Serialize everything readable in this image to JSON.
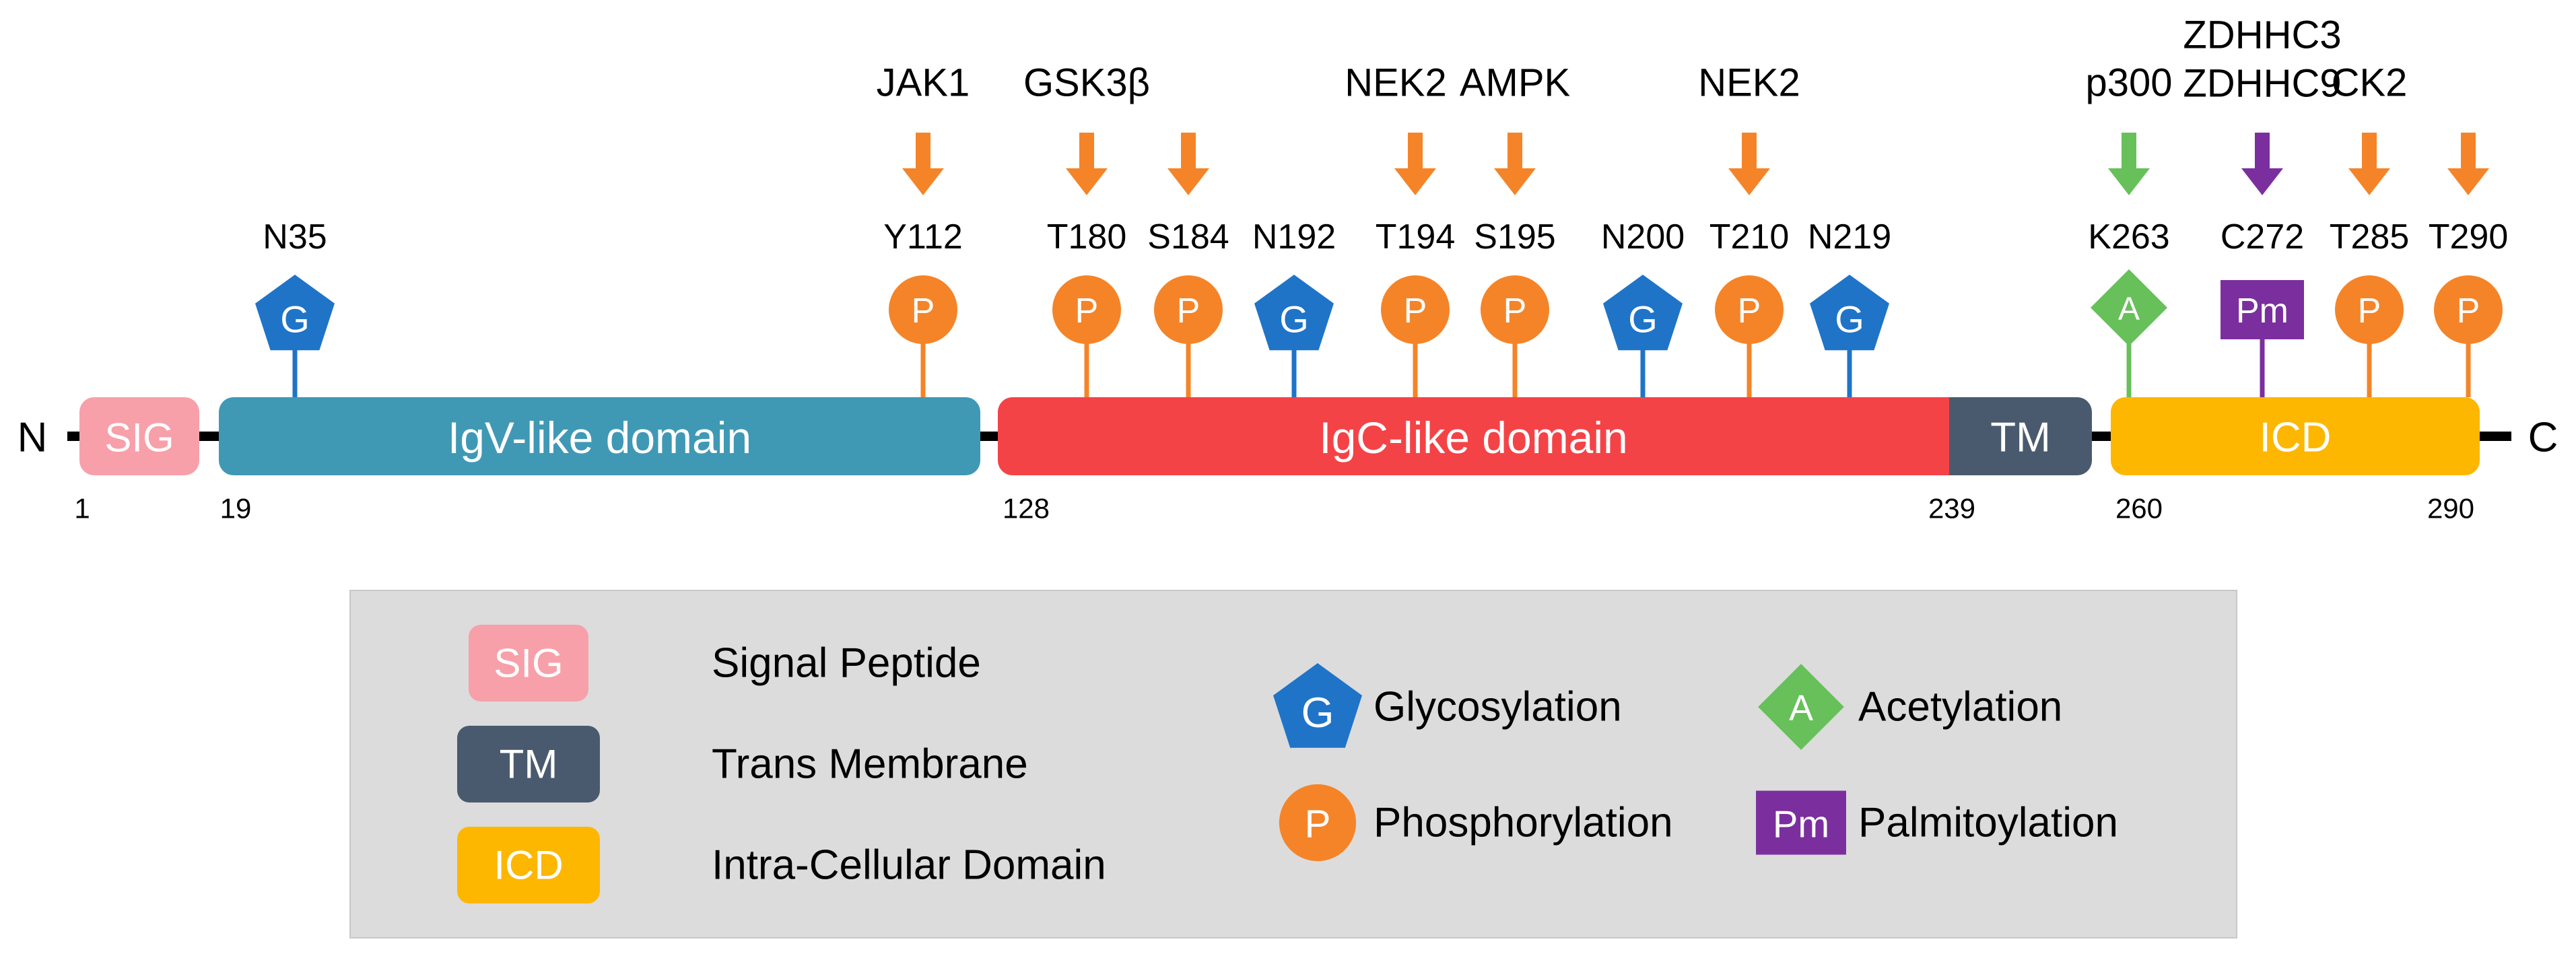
{
  "terminals": {
    "n": "N",
    "c": "C"
  },
  "colors": {
    "sig": "#F7A0AA",
    "igv": "#3F99B5",
    "igc": "#F44347",
    "tm": "#4A5A6E",
    "icd": "#FDB700",
    "glyco": "#1F74C8",
    "phospho": "#F58428",
    "acetyl": "#67C05A",
    "palm": "#7B2F9E",
    "legend_bg": "#DCDCDC",
    "line": "#000000"
  },
  "domains": [
    {
      "id": "sig",
      "label": "SIG"
    },
    {
      "id": "igv",
      "label": "IgV-like domain"
    },
    {
      "id": "igc",
      "label": "IgC-like domain"
    },
    {
      "id": "tm",
      "label": "TM"
    },
    {
      "id": "icd",
      "label": "ICD"
    }
  ],
  "positions": [
    {
      "label": "1"
    },
    {
      "label": "19"
    },
    {
      "label": "128"
    },
    {
      "label": "239"
    },
    {
      "label": "260"
    },
    {
      "label": "290"
    }
  ],
  "sites": [
    {
      "id": "n35",
      "label": "N35",
      "type": "glyco",
      "symbol": "G"
    },
    {
      "id": "y112",
      "label": "Y112",
      "type": "phospho",
      "symbol": "P"
    },
    {
      "id": "t180",
      "label": "T180",
      "type": "phospho",
      "symbol": "P"
    },
    {
      "id": "s184",
      "label": "S184",
      "type": "phospho",
      "symbol": "P"
    },
    {
      "id": "n192",
      "label": "N192",
      "type": "glyco",
      "symbol": "G"
    },
    {
      "id": "t194",
      "label": "T194",
      "type": "phospho",
      "symbol": "P"
    },
    {
      "id": "s195",
      "label": "S195",
      "type": "phospho",
      "symbol": "P"
    },
    {
      "id": "n200",
      "label": "N200",
      "type": "glyco",
      "symbol": "G"
    },
    {
      "id": "t210",
      "label": "T210",
      "type": "phospho",
      "symbol": "P"
    },
    {
      "id": "n219",
      "label": "N219",
      "type": "glyco",
      "symbol": "G"
    },
    {
      "id": "k263",
      "label": "K263",
      "type": "acetyl",
      "symbol": "A"
    },
    {
      "id": "c272",
      "label": "C272",
      "type": "palm",
      "symbol": "Pm"
    },
    {
      "id": "t285",
      "label": "T285",
      "type": "phospho",
      "symbol": "P"
    },
    {
      "id": "t290",
      "label": "T290",
      "type": "phospho",
      "symbol": "P"
    }
  ],
  "enzymes": [
    {
      "id": "jak1",
      "lines": [
        "JAK1"
      ],
      "color_key": "phospho"
    },
    {
      "id": "gsk3b",
      "lines": [
        "GSK3β"
      ],
      "color_key": "phospho"
    },
    {
      "id": "nek2-a",
      "lines": [
        "NEK2"
      ],
      "color_key": "phospho"
    },
    {
      "id": "ampk",
      "lines": [
        "AMPK"
      ],
      "color_key": "phospho"
    },
    {
      "id": "nek2-b",
      "lines": [
        "NEK2"
      ],
      "color_key": "phospho"
    },
    {
      "id": "p300",
      "lines": [
        "p300"
      ],
      "color_key": "acetyl"
    },
    {
      "id": "zdhhc",
      "lines": [
        "ZDHHC3",
        "ZDHHC9"
      ],
      "color_key": "palm"
    },
    {
      "id": "ck2",
      "lines": [
        "CK2"
      ],
      "color_key": "phospho"
    }
  ],
  "legend": {
    "domains": [
      {
        "id": "sig",
        "key": "SIG",
        "label": "Signal Peptide"
      },
      {
        "id": "tm",
        "key": "TM",
        "label": "Trans Membrane"
      },
      {
        "id": "icd",
        "key": "ICD",
        "label": "Intra-Cellular Domain"
      }
    ],
    "mods": [
      {
        "id": "glyco",
        "symbol": "G",
        "label": "Glycosylation"
      },
      {
        "id": "phospho",
        "symbol": "P",
        "label": "Phosphorylation"
      },
      {
        "id": "acetyl",
        "symbol": "A",
        "label": "Acetylation"
      },
      {
        "id": "palm",
        "symbol": "Pm",
        "label": "Palmitoylation"
      }
    ]
  }
}
